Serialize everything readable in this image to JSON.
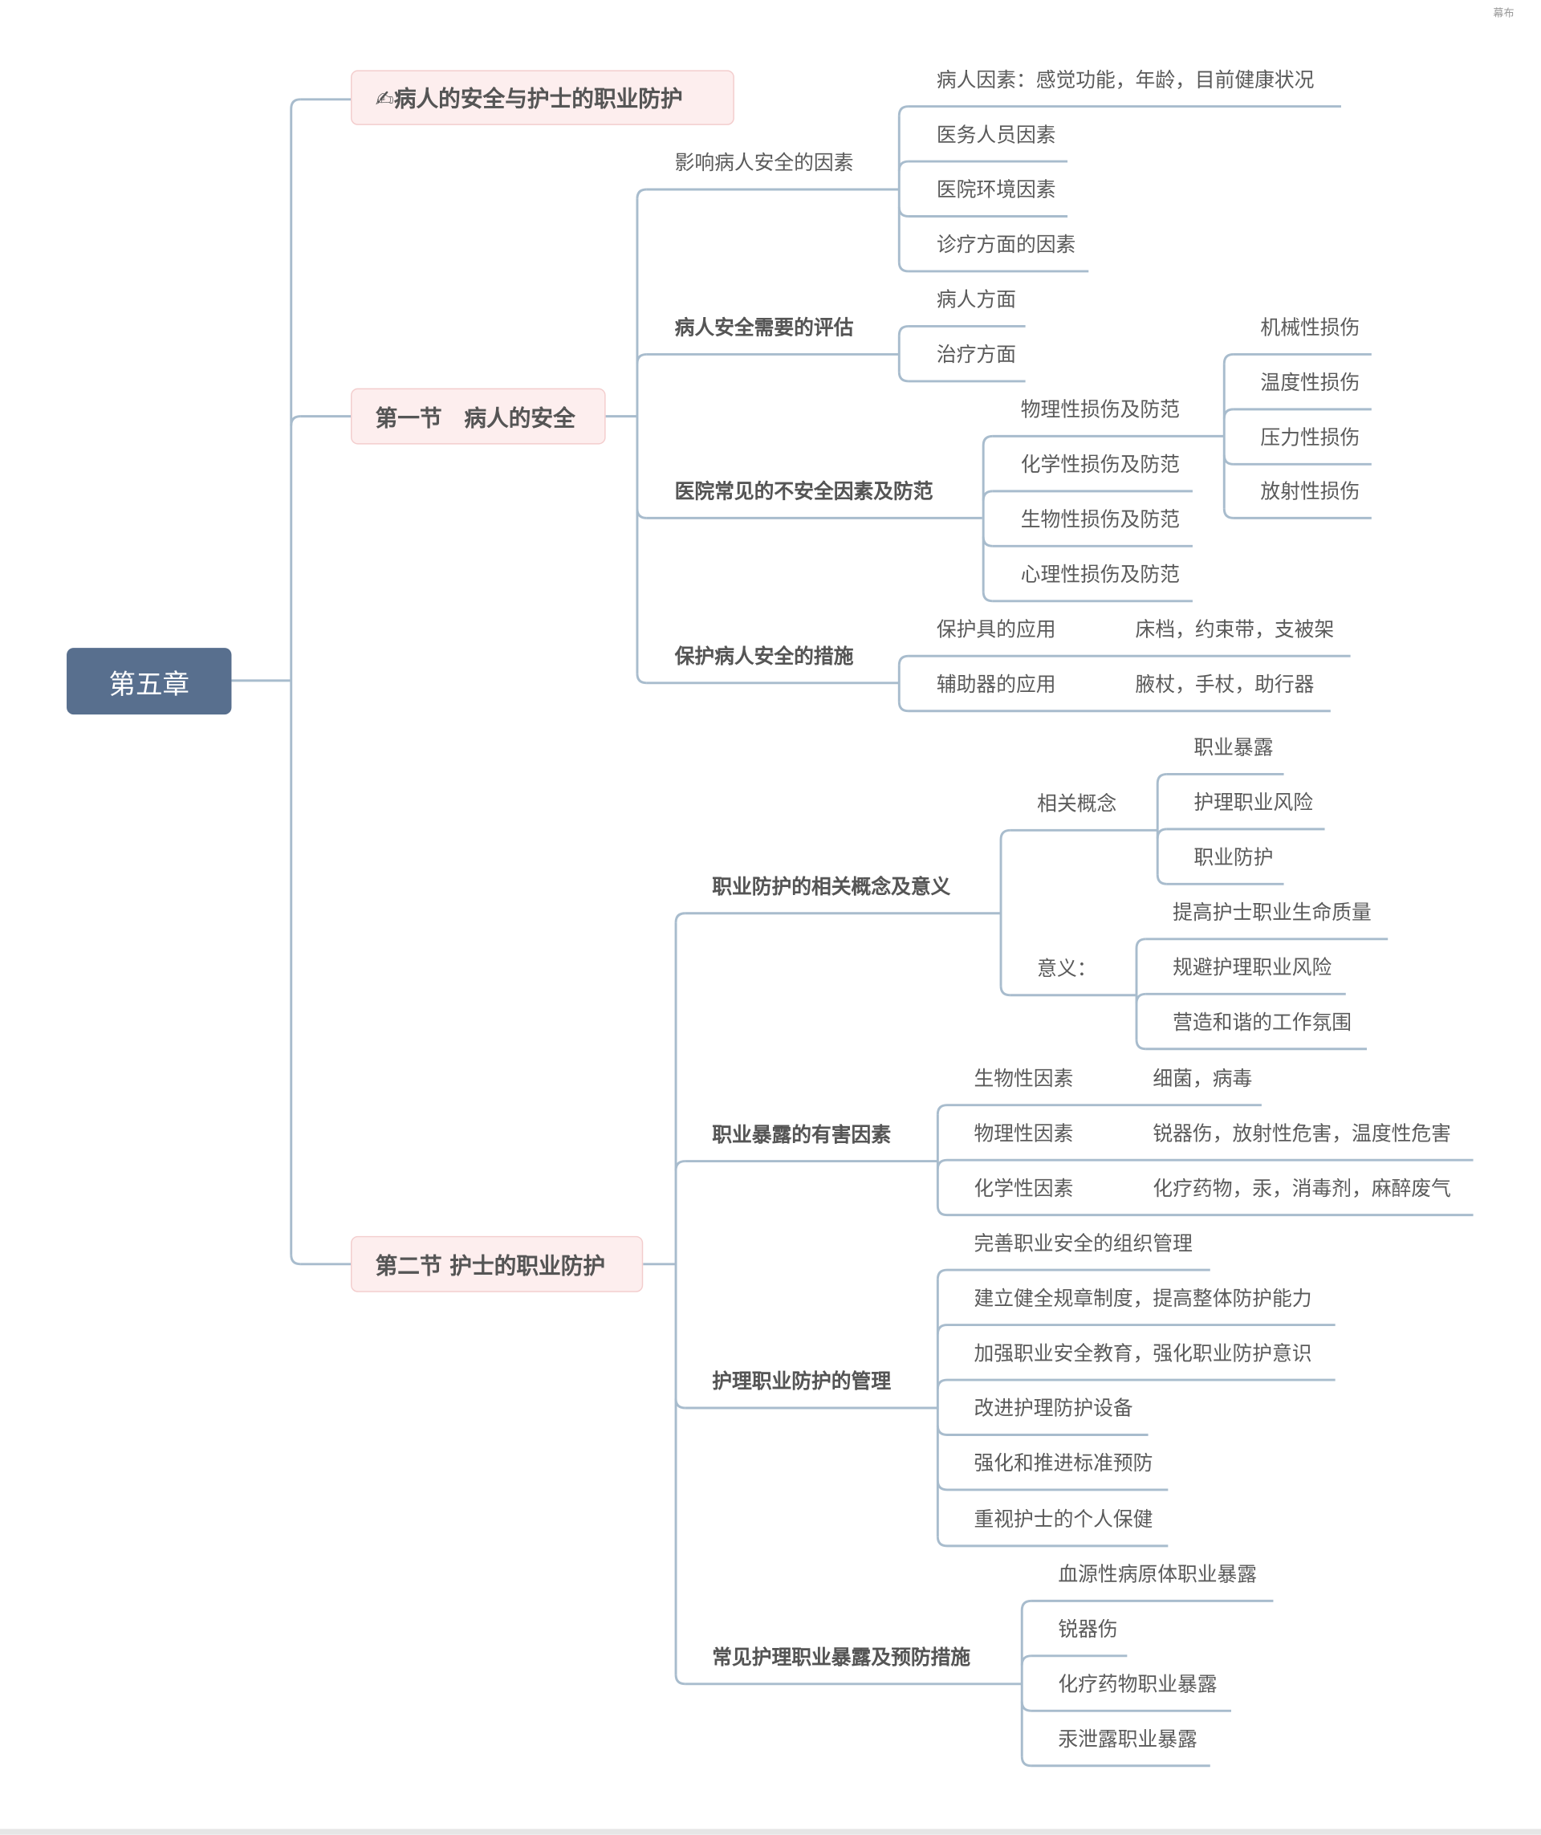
{
  "watermark": "幕布",
  "root": "第五章",
  "title_node": "✍病人的安全与护士的职业防护",
  "s1": {
    "label": "第一节　病人的安全",
    "branches": [
      {
        "label": "影响病人安全的因素",
        "items": [
          {
            "label": "病人因素：感觉功能，年龄，目前健康状况"
          },
          {
            "label": "医务人员因素"
          },
          {
            "label": "医院环境因素"
          },
          {
            "label": "诊疗方面的因素"
          }
        ]
      },
      {
        "label": "病人安全需要的评估",
        "items": [
          {
            "label": "病人方面"
          },
          {
            "label": "治疗方面"
          }
        ]
      },
      {
        "label": "医院常见的不安全因素及防范",
        "items": [
          {
            "label": "物理性损伤及防范",
            "items": [
              {
                "label": "机械性损伤"
              },
              {
                "label": "温度性损伤"
              },
              {
                "label": "压力性损伤"
              },
              {
                "label": "放射性损伤"
              }
            ]
          },
          {
            "label": "化学性损伤及防范"
          },
          {
            "label": "生物性损伤及防范"
          },
          {
            "label": "心理性损伤及防范"
          }
        ]
      },
      {
        "label": "保护病人安全的措施",
        "items": [
          {
            "label": "保护具的应用",
            "detail": "床档，约束带，支被架"
          },
          {
            "label": "辅助器的应用",
            "detail": "腋杖，手杖，助行器"
          }
        ]
      }
    ]
  },
  "s2": {
    "label": "第二节 护士的职业防护",
    "branches": [
      {
        "label": "职业防护的相关概念及意义",
        "items": [
          {
            "label": "相关概念",
            "items": [
              {
                "label": "职业暴露"
              },
              {
                "label": "护理职业风险"
              },
              {
                "label": "职业防护"
              }
            ]
          },
          {
            "label": "意义：",
            "items": [
              {
                "label": "提高护士职业生命质量"
              },
              {
                "label": "规避护理职业风险"
              },
              {
                "label": "营造和谐的工作氛围"
              }
            ]
          }
        ]
      },
      {
        "label": "职业暴露的有害因素",
        "items": [
          {
            "label": "生物性因素",
            "detail": "细菌，病毒"
          },
          {
            "label": "物理性因素",
            "detail": "锐器伤，放射性危害，温度性危害"
          },
          {
            "label": "化学性因素",
            "detail": "化疗药物，汞，消毒剂，麻醉废气"
          }
        ]
      },
      {
        "label": "护理职业防护的管理",
        "items": [
          {
            "label": "完善职业安全的组织管理"
          },
          {
            "label": "建立健全规章制度，提高整体防护能力"
          },
          {
            "label": "加强职业安全教育，强化职业防护意识"
          },
          {
            "label": "改进护理防护设备"
          },
          {
            "label": "强化和推进标准预防"
          },
          {
            "label": "重视护士的个人保健"
          }
        ]
      },
      {
        "label": "常见护理职业暴露及预防措施",
        "items": [
          {
            "label": "血源性病原体职业暴露"
          },
          {
            "label": "锐器伤"
          },
          {
            "label": "化疗药物职业暴露"
          },
          {
            "label": "汞泄露职业暴露"
          }
        ]
      }
    ]
  },
  "colors": {
    "line": "#a8bccd",
    "root": "#586f8e",
    "node_bg": "#fdeeee",
    "node_border": "#f3cdcd"
  }
}
